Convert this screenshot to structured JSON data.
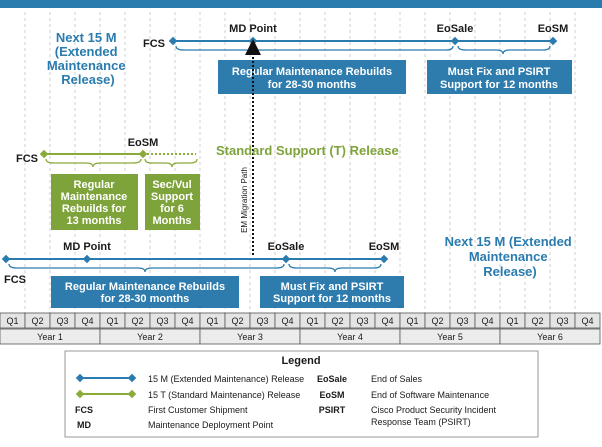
{
  "colors": {
    "top_band": "#2a7caf",
    "em_line": "#2a7caf",
    "em_box": "#2e7cae",
    "t_line": "#8aab3a",
    "t_box": "#7ea33a",
    "title_blue": "#2a7caf",
    "title_green": "#7ea33a",
    "grid": "#cfcfcf",
    "quarter_bg": "#e4e4e4",
    "year_bg": "#ececec",
    "text_dark": "#1a1a1a"
  },
  "top_release": {
    "title_lines": [
      "Next 15 M",
      "(Extended",
      "Maintenance",
      "Release)"
    ],
    "fcs": "FCS",
    "md_point": "MD Point",
    "eosale": "EoSale",
    "eosm": "EoSM",
    "box_rebuilds_lines": [
      "Regular Maintenance Rebuilds",
      "for 28-30 months"
    ],
    "box_psirt_lines": [
      "Must Fix and PSIRT",
      "Support for 12 months"
    ]
  },
  "t_release": {
    "title": "Standard Support (T) Release",
    "fcs": "FCS",
    "eosm": "EoSM",
    "box_rebuilds_lines": [
      "Regular",
      "Maintenance",
      "Rebuilds for",
      "13 months"
    ],
    "box_secvul_lines": [
      "Sec/Vul",
      "Support",
      "for 6",
      "Months"
    ]
  },
  "migration_label": "EM Migration Path",
  "bottom_release": {
    "title_lines": [
      "Next 15 M (Extended",
      "Maintenance",
      "Release)"
    ],
    "fcs": "FCS",
    "md_point": "MD Point",
    "eosale": "EoSale",
    "eosm": "EoSM",
    "box_rebuilds_lines": [
      "Regular Maintenance Rebuilds",
      "for 28-30 months"
    ],
    "box_psirt_lines": [
      "Must Fix and PSIRT",
      "Support for 12 months"
    ]
  },
  "timeline": {
    "quarters": [
      "Q1",
      "Q2",
      "Q3",
      "Q4"
    ],
    "years": [
      "Year 1",
      "Year 2",
      "Year 3",
      "Year 4",
      "Year 5",
      "Year 6"
    ]
  },
  "legend": {
    "title": "Legend",
    "items_left": [
      {
        "symbol": "em-line",
        "text": "15 M (Extended Maintenance) Release"
      },
      {
        "symbol": "t-line",
        "text": "15 T (Standard Maintenance) Release"
      },
      {
        "symbol": "FCS",
        "text": "First Customer Shipment"
      },
      {
        "symbol": "MD",
        "text": "Maintenance Deployment Point"
      }
    ],
    "items_right": [
      {
        "symbol": "EoSale",
        "text_lines": [
          "End of Sales"
        ]
      },
      {
        "symbol": "EoSM",
        "text_lines": [
          "End of Software Maintenance"
        ]
      },
      {
        "symbol": "PSIRT",
        "text_lines": [
          "Cisco Product Security Incident",
          "Response Team (PSIRT)"
        ]
      }
    ]
  }
}
